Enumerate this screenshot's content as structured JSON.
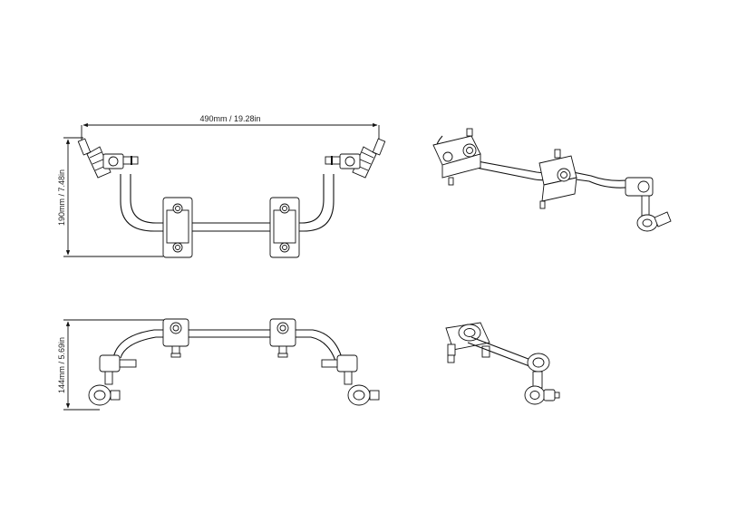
{
  "drawing": {
    "front_view": {
      "width_dimension": "490mm / 19.28in",
      "height_dimension": "190mm / 7.48in"
    },
    "top_view": {
      "height_dimension": "144mm / 5.69in"
    }
  }
}
